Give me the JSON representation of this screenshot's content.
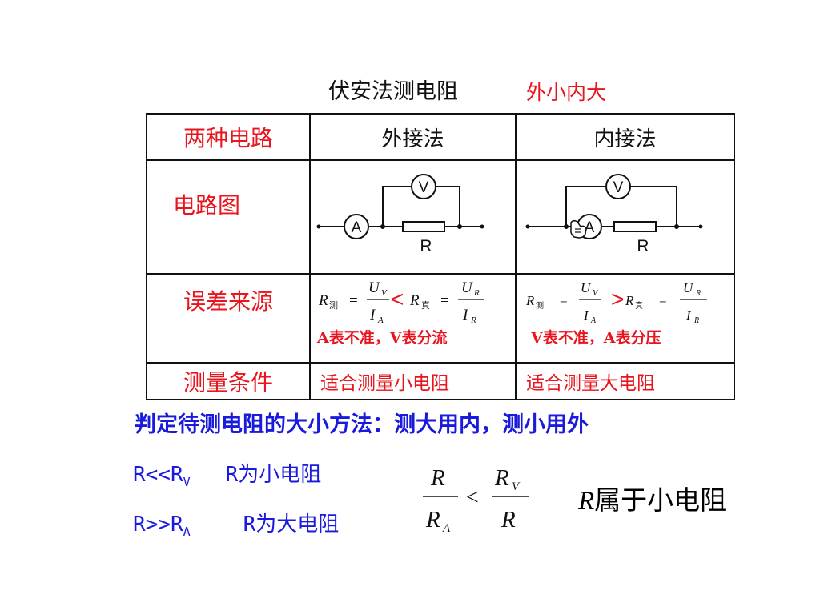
{
  "title": "伏安法测电阻",
  "subtitle": "外小内大",
  "table": {
    "col_headers": [
      "外接法",
      "内接法"
    ],
    "row_labels": [
      "两种电路",
      "电路图",
      "误差来源",
      "测量条件"
    ],
    "circuit_labels": {
      "ammeter": "A",
      "voltmeter": "V",
      "resistor": "R"
    },
    "error_source": {
      "external": {
        "lhs_sub": "测",
        "num_top": "U",
        "num_top_sub": "V",
        "den": "I",
        "den_sub": "A",
        "comp": "<",
        "rhs_sub": "真",
        "rhs_num": "U",
        "rhs_num_sub": "R",
        "rhs_den": "I",
        "rhs_den_sub": "R",
        "note": "A表不准，V表分流"
      },
      "internal": {
        "lhs_sub": "测",
        "num_top": "U",
        "num_top_sub": "V",
        "den": "I",
        "den_sub": "A",
        "comp": ">",
        "rhs_sub": "真",
        "rhs_num": "U",
        "rhs_num_sub": "R",
        "rhs_den": "I",
        "rhs_den_sub": "R",
        "note": "V表不准，A表分压"
      }
    },
    "conditions": [
      "适合测量小电阻",
      "适合测量大电阻"
    ]
  },
  "judge_text": "判定待测电阻的大小方法：测大用内，测小用外",
  "rules": [
    {
      "cond_a": "R<<R",
      "cond_sub": "V",
      "result": "R为小电阻"
    },
    {
      "cond_a": "R>>R",
      "cond_sub": "A",
      "result": "R为大电阻"
    }
  ],
  "formula": {
    "n1": "R",
    "d1": "R",
    "d1_sub": "A",
    "comp": "<",
    "n2": "R",
    "n2_sub": "V",
    "d2": "R"
  },
  "result_text": {
    "var": "R",
    "text": "属于小电阻"
  }
}
